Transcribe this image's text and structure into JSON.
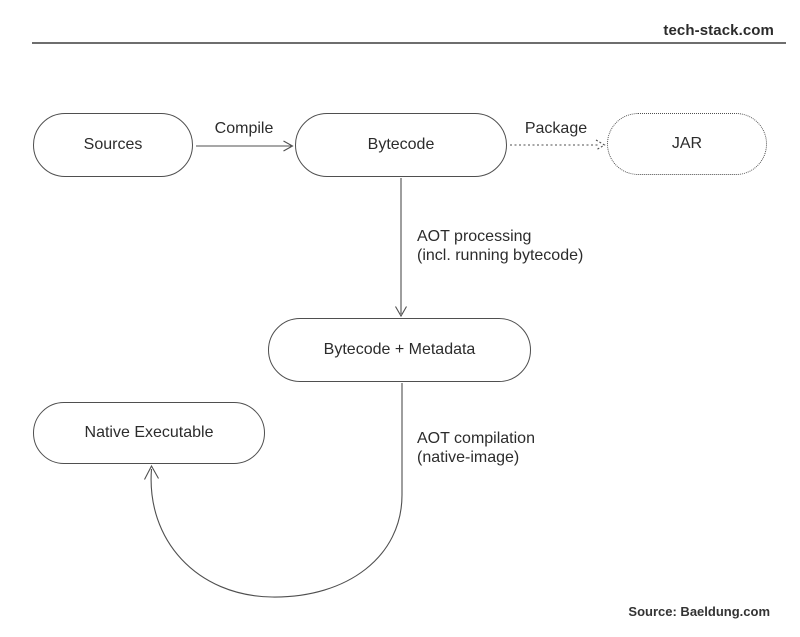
{
  "header": {
    "site": "tech-stack.com"
  },
  "footer": {
    "source_credit": "Source: Baeldung.com"
  },
  "colors": {
    "background": "#ffffff",
    "ink": "#2c2c2c",
    "line": "#4f4f4f",
    "rule": "#6e6e6e"
  },
  "diagram": {
    "type": "flowchart",
    "topic": "Java AOT compilation pipeline",
    "nodes": [
      {
        "id": "sources",
        "label": "Sources",
        "border": "solid"
      },
      {
        "id": "bytecode",
        "label": "Bytecode",
        "border": "solid"
      },
      {
        "id": "jar",
        "label": "JAR",
        "border": "dotted"
      },
      {
        "id": "bytecode-metadata",
        "label": "Bytecode + Metadata",
        "border": "solid"
      },
      {
        "id": "native-executable",
        "label": "Native Executable",
        "border": "solid"
      }
    ],
    "edges": [
      {
        "from": "sources",
        "to": "bytecode",
        "style": "solid",
        "label": "Compile"
      },
      {
        "from": "bytecode",
        "to": "jar",
        "style": "dotted",
        "label": "Package"
      },
      {
        "from": "bytecode",
        "to": "bytecode-metadata",
        "style": "solid",
        "label": "AOT processing (incl. running bytecode)"
      },
      {
        "from": "bytecode-metadata",
        "to": "native-executable",
        "style": "solid-curved",
        "label": "AOT compilation (native-image)"
      }
    ],
    "edge_labels": {
      "compile": "Compile",
      "package": "Package",
      "aot_processing_line1": "AOT processing",
      "aot_processing_line2": "(incl. running bytecode)",
      "aot_compilation_line1": "AOT compilation",
      "aot_compilation_line2": "(native-image)"
    }
  }
}
